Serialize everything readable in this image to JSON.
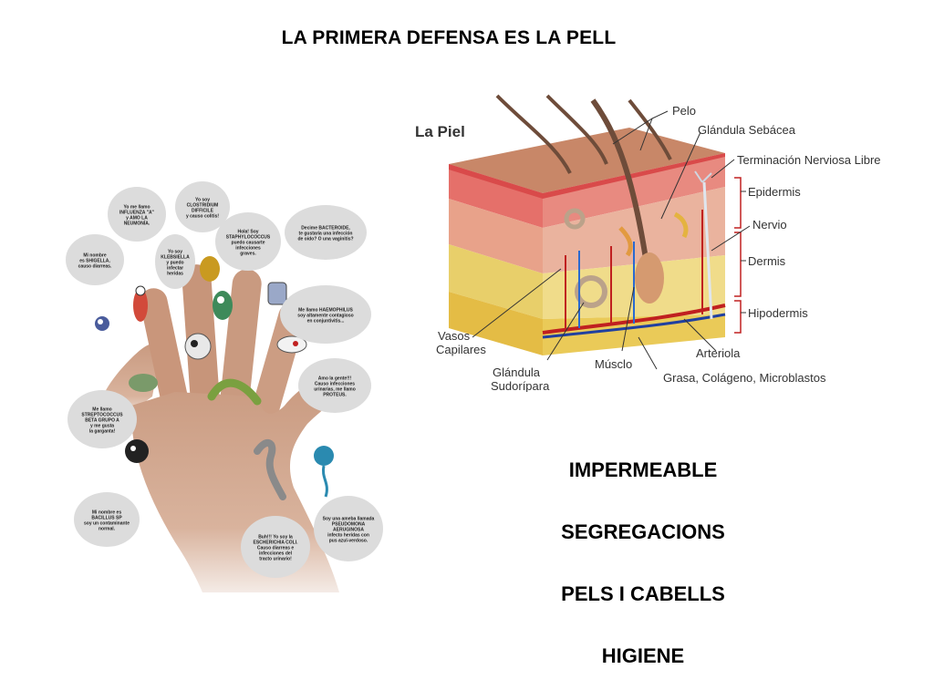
{
  "slide": {
    "title": "LA PRIMERA DEFENSA ES LA PELL",
    "points": [
      "IMPERMEABLE",
      "SEGREGACIONS",
      "PELS I CABELLS",
      "HIGIENE"
    ]
  },
  "skin_diagram": {
    "heading": "La Piel",
    "labels": {
      "pelo": "Pelo",
      "glandula_sebacea": "Glándula Sebácea",
      "terminacion": "Terminación Nerviosa Libre",
      "epidermis": "Epidermis",
      "nervio": "Nervio",
      "dermis": "Dermis",
      "hipodermis": "Hipodermis",
      "vasos": "Vasos",
      "capilares": "Capilares",
      "glandula_sudoripara_1": "Glándula",
      "glandula_sudoripara_2": "Sudorípara",
      "musculo": "Músclo",
      "arteriola": "Arteriola",
      "grasa": "Grasa, Colágeno, Microblastos"
    }
  },
  "hand_illustration": {
    "bubbles": [
      [
        "Yo me llamo",
        "INFLUENZA \"A\"",
        "y AMO LA",
        "NEUMONÍA."
      ],
      [
        "Yo soy",
        "CLOSTRIDIUM",
        "DIFFICILE",
        "y causo colitis!"
      ],
      [
        "Mi nombre",
        "es SHIGELLA,",
        "causo diarreas."
      ],
      [
        "Yo soy",
        "KLEBSIELLA",
        "y puedo",
        "infectar",
        "heridas"
      ],
      [
        "Hola! Soy",
        "STAPHYLOCOCCUS",
        "puedo causarte",
        "infecciones",
        "graves."
      ],
      [
        "Decime BACTEROIDE,",
        "te gustaría una infección",
        "de oído? O una vaginitis?"
      ],
      [
        "Me llamo HAEMOPHILUS",
        "soy altamente contagioso",
        "en conjuntivitis..."
      ],
      [
        "Amo la gente!!!",
        "Causo infecciones",
        "urinarias, me llamo",
        "PROTEUS."
      ],
      [
        "Me llamo",
        "STREPTOCOCCUS",
        "BETA GRUPO A",
        "y me gusta",
        "la garganta!"
      ],
      [
        "Mi nombre es",
        "BACILLUS SP",
        "soy un contaminante",
        "normal."
      ],
      [
        "Buh!!! Yo soy la",
        "ESCHERICHIA COLI.",
        "Causo diarreas e",
        "infecciones del",
        "tracto urinario!"
      ],
      [
        "Soy una ameba llamada",
        "PSEUDOMONA",
        "AERUGINOSA",
        "infecto heridas con",
        "pus azul-verdoso."
      ]
    ]
  }
}
